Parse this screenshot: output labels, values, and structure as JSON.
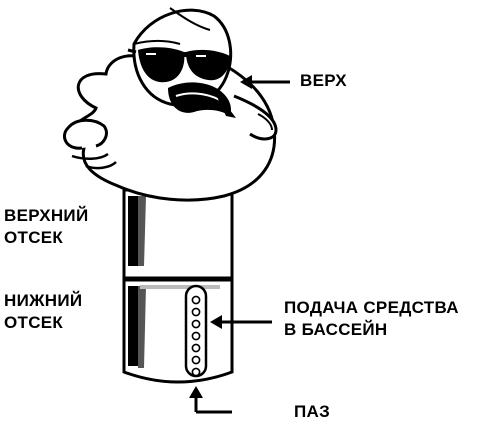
{
  "colors": {
    "ink": "#000000",
    "paper": "#ffffff"
  },
  "labels": {
    "top": "ВЕРХ",
    "upper_compartment": [
      "ВЕРХНИЙ",
      "ОТСЕК"
    ],
    "lower_compartment": [
      "НИЖНИЙ",
      "ОТСЕК"
    ],
    "pool_feed": [
      "ПОДАЧА СРЕДСТВА",
      "В БАССЕЙН"
    ],
    "slot": "ПАЗ"
  },
  "icons": {
    "figure": "duck-with-sunglasses",
    "pointer": "arrow-icon"
  }
}
